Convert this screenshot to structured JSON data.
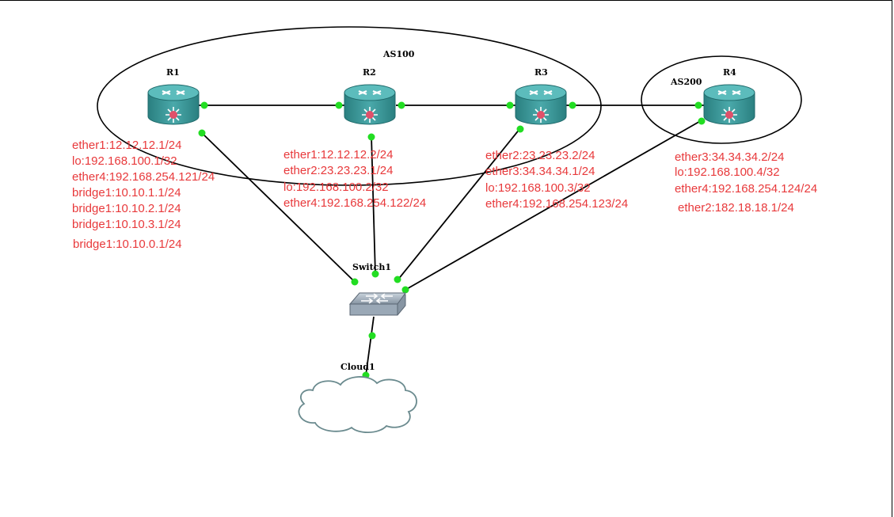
{
  "labels": {
    "as100": "AS100",
    "as200": "AS200",
    "r1": "R1",
    "r2": "R2",
    "r3": "R3",
    "r4": "R4",
    "switch": "Switch1",
    "cloud": "Cloud1"
  },
  "interfaces": {
    "r1": [
      "ether1:12.12.12.1/24",
      "lo:192.168.100.1/32",
      "ether4:192.168.254.121/24",
      "bridge1:10.10.1.1/24",
      "bridge1:10.10.2.1/24",
      "bridge1:10.10.3.1/24",
      "bridge1:10.10.0.1/24"
    ],
    "r2": [
      "ether1:12.12.12.2/24",
      "ether2:23.23.23.1/24",
      "lo:192.168.100.2/32",
      "ether4:192.168.254.122/24"
    ],
    "r3": [
      "ether2:23.23.23.2/24",
      "ether3:34.34.34.1/24",
      "lo:192.168.100.3/32",
      "ether4:192.168.254.123/24"
    ],
    "r4": [
      "ether3:34.34.34.2/24",
      "lo:192.168.100.4/32",
      "ether4:192.168.254.124/24",
      "ether2:182.18.18.1/24"
    ]
  },
  "colors": {
    "interface_label": "#e8393b",
    "link_dot": "#22dd22",
    "router_body": "#2e8b8b",
    "router_top": "#4fb0b0",
    "router_center": "#e0506a",
    "cloud_stroke": "#6a8a8e"
  },
  "icons": {
    "router": "router-icon",
    "switch": "switch-icon",
    "cloud": "cloud-icon"
  }
}
